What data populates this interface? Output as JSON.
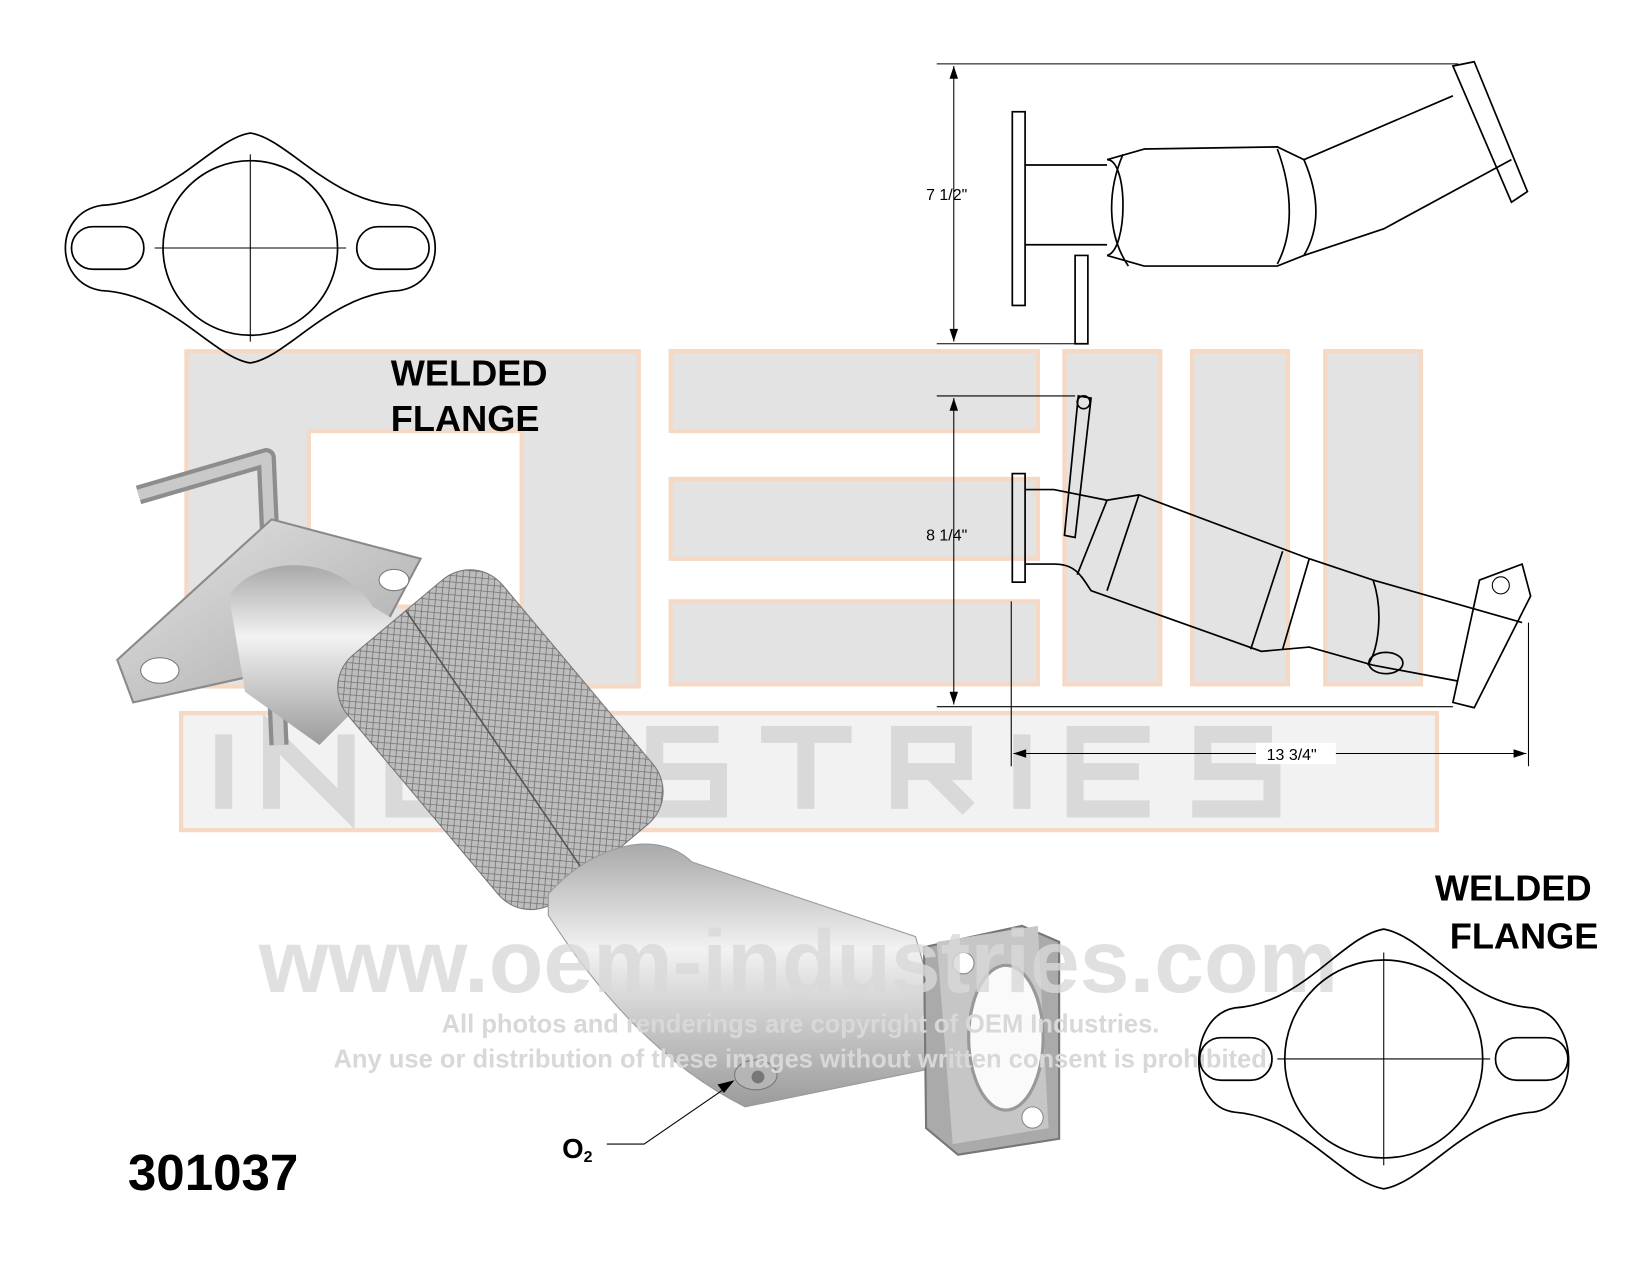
{
  "part_number": "301037",
  "flange_labels": {
    "top_left": {
      "line1": "WELDED",
      "line2": "FLANGE"
    },
    "bottom_right": {
      "line1": "WELDED",
      "line2": "FLANGE"
    }
  },
  "dimensions": {
    "height_side": "7 1/2\"",
    "height_front": "8 1/4\"",
    "length": "13 3/4\""
  },
  "sensor_label": {
    "main": "O",
    "sub": "2"
  },
  "watermark": {
    "logo": "OEM INDUSTRIES",
    "url": "www.oem-industries.com",
    "copyright_line1": "All photos and renderings are copyright of OEM Industries.",
    "copyright_line2": "Any use or distribution of these images without written consent is prohibited."
  },
  "colors": {
    "watermark_fill": "#e3e3e3",
    "watermark_outline": "#f6d9c4",
    "metal": "#c8c8c8"
  }
}
